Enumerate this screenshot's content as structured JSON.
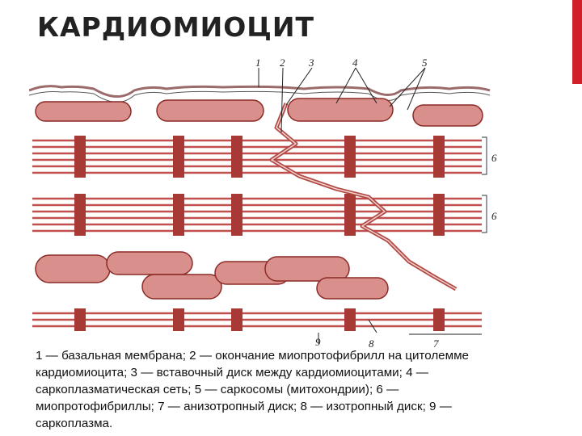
{
  "slide": {
    "title": "КАРДИОМИОЦИТ",
    "accent_color": "#d0202a"
  },
  "diagram": {
    "callout_labels": [
      "1",
      "2",
      "3",
      "4",
      "5",
      "6",
      "6",
      "7",
      "8",
      "9"
    ],
    "colors": {
      "myofibril": "#c0504d",
      "band_dark": "#a83a36",
      "mitochondria_fill": "#d98f8b",
      "mitochondria_stroke": "#8c2a26",
      "membrane": "#b07070",
      "outline": "#333333"
    }
  },
  "caption": {
    "text": "1 — базальная мембрана; 2 — окончание миопротофибрилл на цитолемме кардиомиоцита; 3 — вставочный диск между кардиомиоцитами; 4 — саркоплазматическая сеть; 5 — саркосомы (митохондрии); 6 — миопротофибриллы; 7 — анизотропный диск; 8 — изотропный диск; 9 — саркоплазма."
  }
}
